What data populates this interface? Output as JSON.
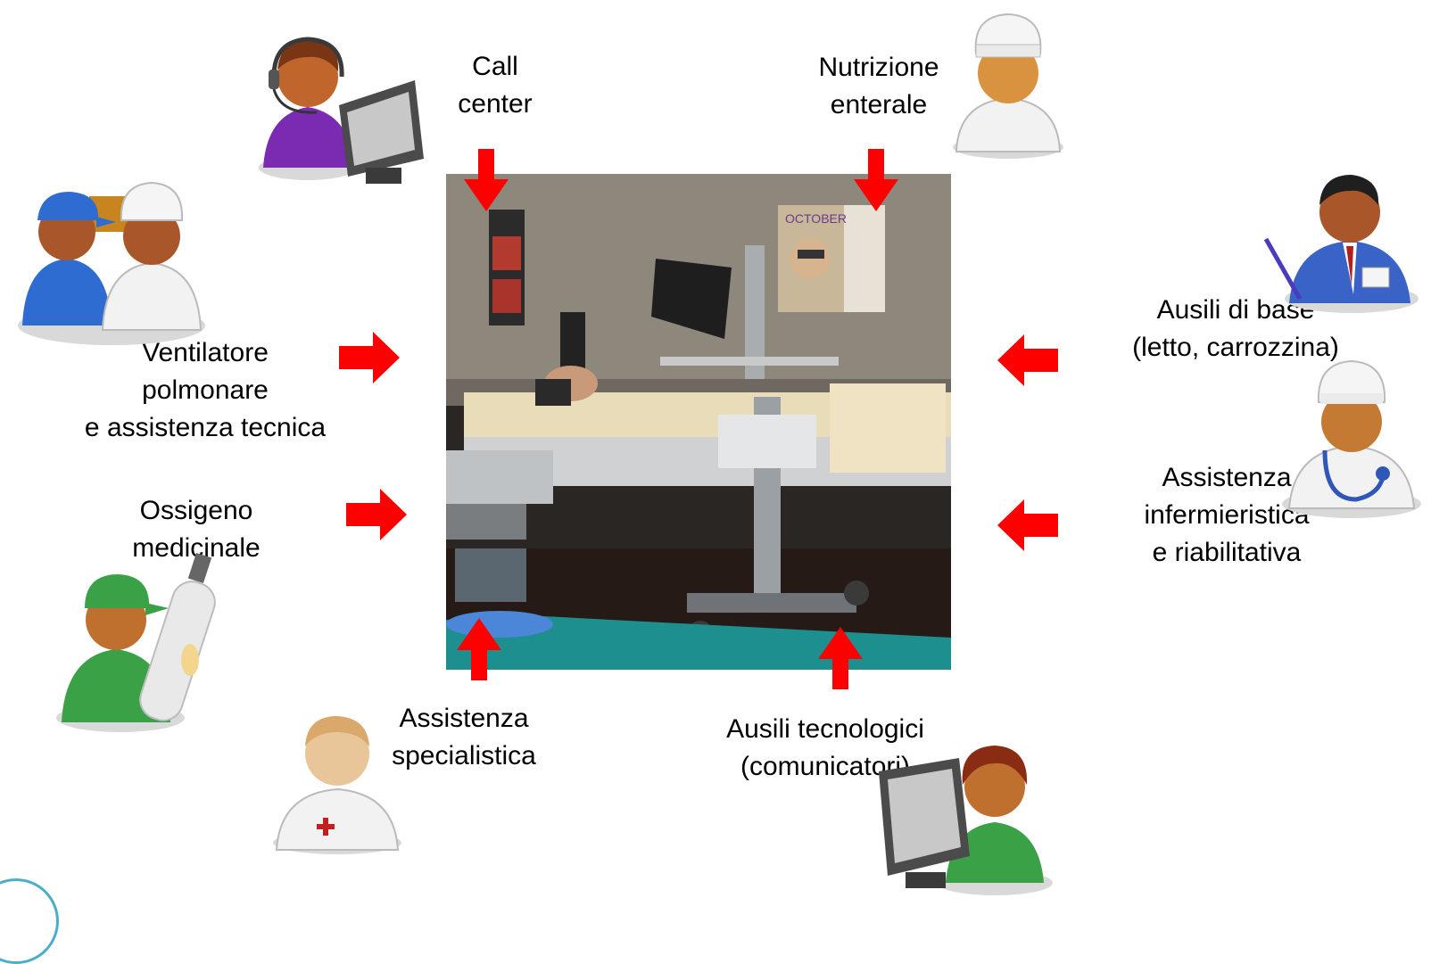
{
  "labels": {
    "call_center": [
      "Call",
      "center"
    ],
    "nutrizione": [
      "Nutrizione",
      "enterale"
    ],
    "ventilatore": [
      "Ventilatore",
      "polmonare",
      "e assistenza tecnica"
    ],
    "ossigeno": [
      "Ossigeno",
      "medicinale"
    ],
    "ausili_base": [
      "Ausili di base",
      "(letto, carrozzina)"
    ],
    "assistenza_inf": [
      "Assistenza",
      "infermieristica",
      "e riabilitativa"
    ],
    "assistenza_spec": [
      "Assistenza",
      "specialistica"
    ],
    "ausili_tec": [
      "Ausili tecnologici",
      "(comunicatori)"
    ]
  },
  "photo": {
    "poster_text": "OCTOBER"
  },
  "colors": {
    "arrow": "#ff0000",
    "accent_ring": "#4aaecb"
  },
  "icons": [
    "call-center-operator-icon",
    "chef-icon",
    "technicians-icon",
    "oxygen-worker-icon",
    "businessman-icon",
    "nurse-icon",
    "doctor-icon",
    "computer-operator-icon"
  ]
}
